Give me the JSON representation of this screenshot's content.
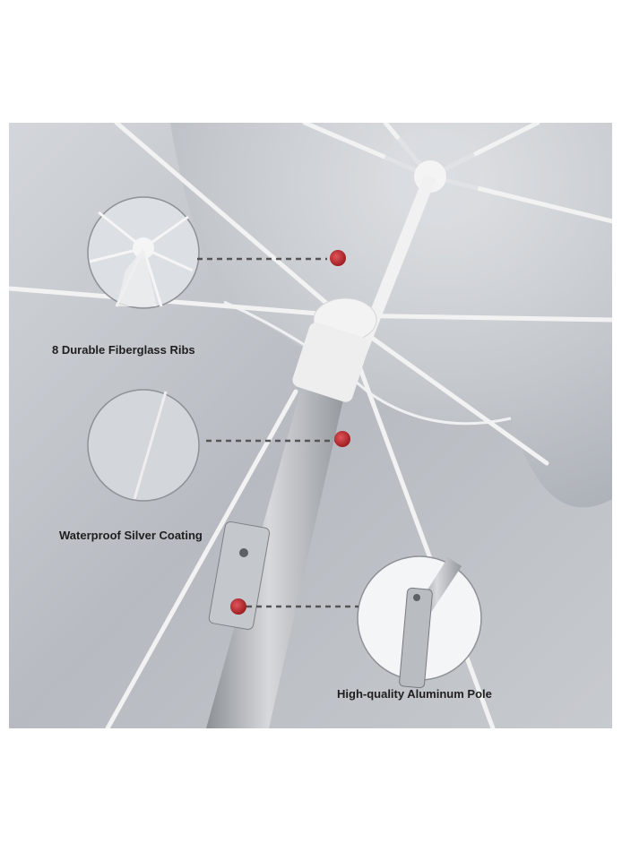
{
  "callouts": {
    "ribs": {
      "label": "8 Durable Fiberglass Ribs"
    },
    "coating": {
      "label": "Waterproof Silver Coating"
    },
    "pole": {
      "label": "High-quality Aluminum Pole"
    }
  },
  "colors": {
    "marker": "#b8262b",
    "canopy": "#c9ccd1",
    "rib": "#f2f2f2",
    "pole": "#a9adb2",
    "dashed_line": "#555555"
  }
}
